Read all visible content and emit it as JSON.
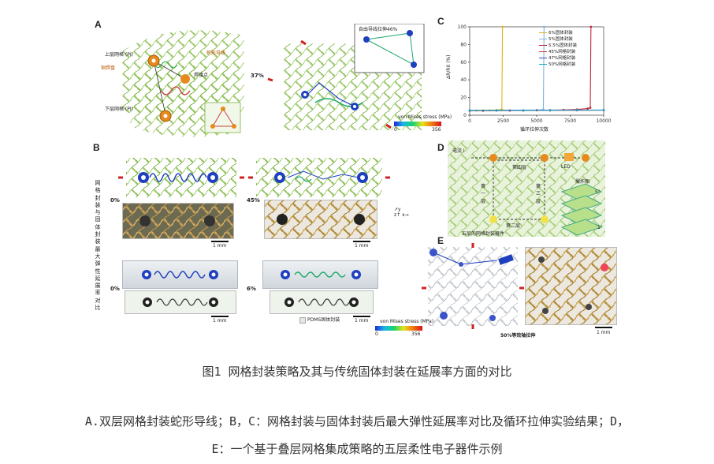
{
  "panels": {
    "A": "A",
    "B": "B",
    "C": "C",
    "D": "D",
    "E": "E"
  },
  "panelA": {
    "upper_mesh": "上层网格 (PI)",
    "serpentine": "蛇形导线",
    "pad": "铜焊盘",
    "solder": "焊接点",
    "lower_mesh": "下层网格 (PI)",
    "free_stretch": "自由导线拉伸46%",
    "pct": "37%",
    "stress_label": "von Mises stress (MPa)",
    "stress_min": "0",
    "stress_max": "356"
  },
  "panelB": {
    "side_label": "网格封装与固体封装最大弹性延展率对比",
    "pct_0a": "0%",
    "pct_45": "45%",
    "pct_0b": "0%",
    "pct_6": "6%",
    "scale_1": "1 mm",
    "scale_2": "1 mm",
    "scale_3": "1 mm",
    "scale_4": "1 mm",
    "pdms": "PDMS固体封装",
    "stress_label": "von Mises stress (MPa)",
    "stress_min": "0",
    "stress_max": "356"
  },
  "panelC": {
    "ylabel": "ΔR/R0 (%)",
    "xlabel": "循环拉伸次数",
    "legend": [
      "6%固体封装",
      "5%固体封装",
      "5.5%固体封装",
      "45%网格封装",
      "47%网格封装",
      "50%网格封装"
    ],
    "legend_colors": [
      "#e3b21a",
      "#7fb3e0",
      "#c0263a",
      "#d6423f",
      "#3b54c9",
      "#1ca9c9"
    ]
  },
  "panelD": {
    "current": "电流 I",
    "layer4": "第四层",
    "led": "LED",
    "layer1": "第一层",
    "layer3": "第三层",
    "layer2": "第二层",
    "caption": "五层的网格封装器件",
    "explode": "爆炸图",
    "angle_top": "5°",
    "angle_bottom": "1°"
  },
  "panelE": {
    "caption": "50%等效轴拉伸",
    "scale": "1 mm"
  },
  "chart_data": {
    "type": "line",
    "xlabel": "循环拉伸次数",
    "ylabel": "ΔR/R0 (%)",
    "xlim": [
      0,
      10000
    ],
    "ylim": [
      0,
      100
    ],
    "xticks": [
      0,
      2500,
      5000,
      7500,
      10000
    ],
    "yticks": [
      0,
      20,
      40,
      60,
      80,
      100
    ],
    "series": [
      {
        "name": "6%固体封装",
        "x": [
          0,
          500,
          1000,
          1500,
          2000,
          2400,
          2450
        ],
        "y": [
          5,
          5.2,
          5.4,
          5.5,
          5.8,
          6.5,
          100
        ]
      },
      {
        "name": "5%固体封装",
        "x": [
          0,
          1000,
          2000,
          3000,
          4000,
          5000,
          5500,
          5550
        ],
        "y": [
          5,
          5.1,
          5.3,
          5.5,
          5.6,
          5.8,
          6.4,
          100
        ]
      },
      {
        "name": "5.5%固体封装",
        "x": [
          0,
          1000,
          2000,
          3000,
          4000,
          5000,
          6000,
          7000,
          8000,
          8800,
          9000,
          9050
        ],
        "y": [
          5,
          5.1,
          5.2,
          5.3,
          5.5,
          5.6,
          5.8,
          6,
          6.5,
          7.5,
          8.5,
          100
        ]
      },
      {
        "name": "45%网格封装",
        "x": [
          0,
          2000,
          4000,
          6000,
          8000,
          10000
        ],
        "y": [
          5,
          5.2,
          5.3,
          5.4,
          5.5,
          5.6
        ]
      },
      {
        "name": "47%网格封装",
        "x": [
          0,
          2000,
          4000,
          6000,
          8000,
          10000
        ],
        "y": [
          5.4,
          5.5,
          5.6,
          5.7,
          5.8,
          5.9
        ]
      },
      {
        "name": "50%网格封装",
        "x": [
          0,
          2000,
          4000,
          6000,
          8000,
          10000
        ],
        "y": [
          5.2,
          5.3,
          5.5,
          5.6,
          5.7,
          5.8
        ]
      }
    ]
  },
  "caption": {
    "title": "图1 网格封装策略及其与传统固体封装在延展率方面的对比",
    "line1": "A.双层网格封装蛇形导线；B，C：网格封装与固体封装后最大弹性延展率对比及循环拉伸实验结果；D，",
    "line2": "E：一个基于叠层网格集成策略的五层柔性电子器件示例"
  }
}
